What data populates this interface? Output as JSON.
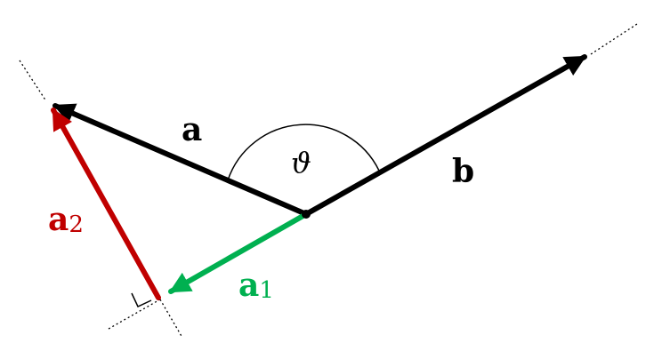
{
  "labels": {
    "a": "a",
    "b": "b",
    "theta": "ϑ",
    "a1": {
      "symbol": "a",
      "subscript": "1"
    },
    "a2": {
      "symbol": "a",
      "subscript": "2"
    }
  },
  "colors": {
    "vector_main": "#000000",
    "projection_a1": "#00b050",
    "rejection_a2": "#c00000",
    "guide_line": "#000000"
  }
}
